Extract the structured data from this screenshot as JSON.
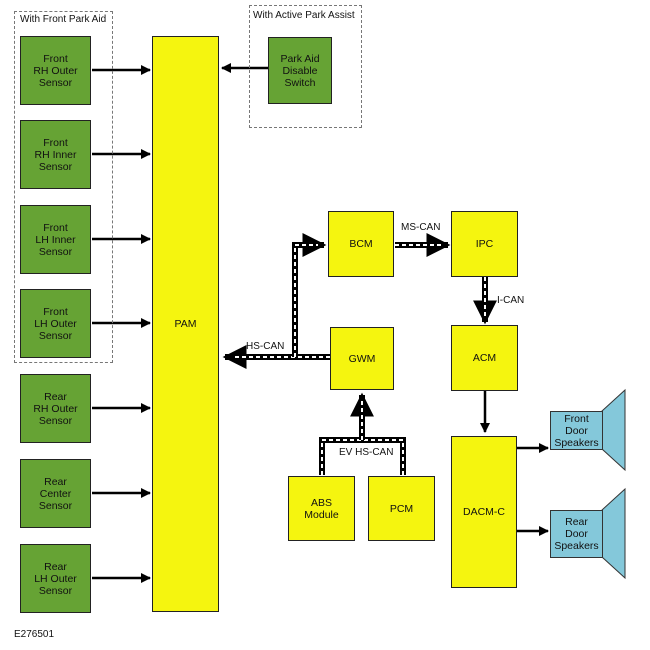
{
  "groups": {
    "front_park_aid": "With Front Park Aid",
    "active_park_assist": "With Active Park Assist"
  },
  "modules": {
    "front_rh_outer": "Front\nRH Outer\nSensor",
    "front_rh_inner": "Front\nRH Inner\nSensor",
    "front_lh_inner": "Front\nLH Inner\nSensor",
    "front_lh_outer": "Front\nLH Outer\nSensor",
    "rear_rh_outer": "Rear\nRH Outer\nSensor",
    "rear_center": "Rear\nCenter\nSensor",
    "rear_lh_outer": "Rear\nLH Outer\nSensor",
    "pam": "PAM",
    "park_aid_switch": "Park Aid\nDisable\nSwitch",
    "bcm": "BCM",
    "ipc": "IPC",
    "gwm": "GWM",
    "acm": "ACM",
    "abs": "ABS\nModule",
    "pcm": "PCM",
    "dacm": "DACM-C",
    "front_speakers": "Front\nDoor\nSpeakers",
    "rear_speakers": "Rear\nDoor\nSpeakers"
  },
  "buses": {
    "hs_can": "HS-CAN",
    "ms_can": "MS-CAN",
    "i_can": "I-CAN",
    "ev_hs_can": "EV HS-CAN"
  },
  "figure_id": "E276501",
  "colors": {
    "sensor": "#66a334",
    "module": "#f5f50f",
    "speaker": "#84c8da"
  }
}
